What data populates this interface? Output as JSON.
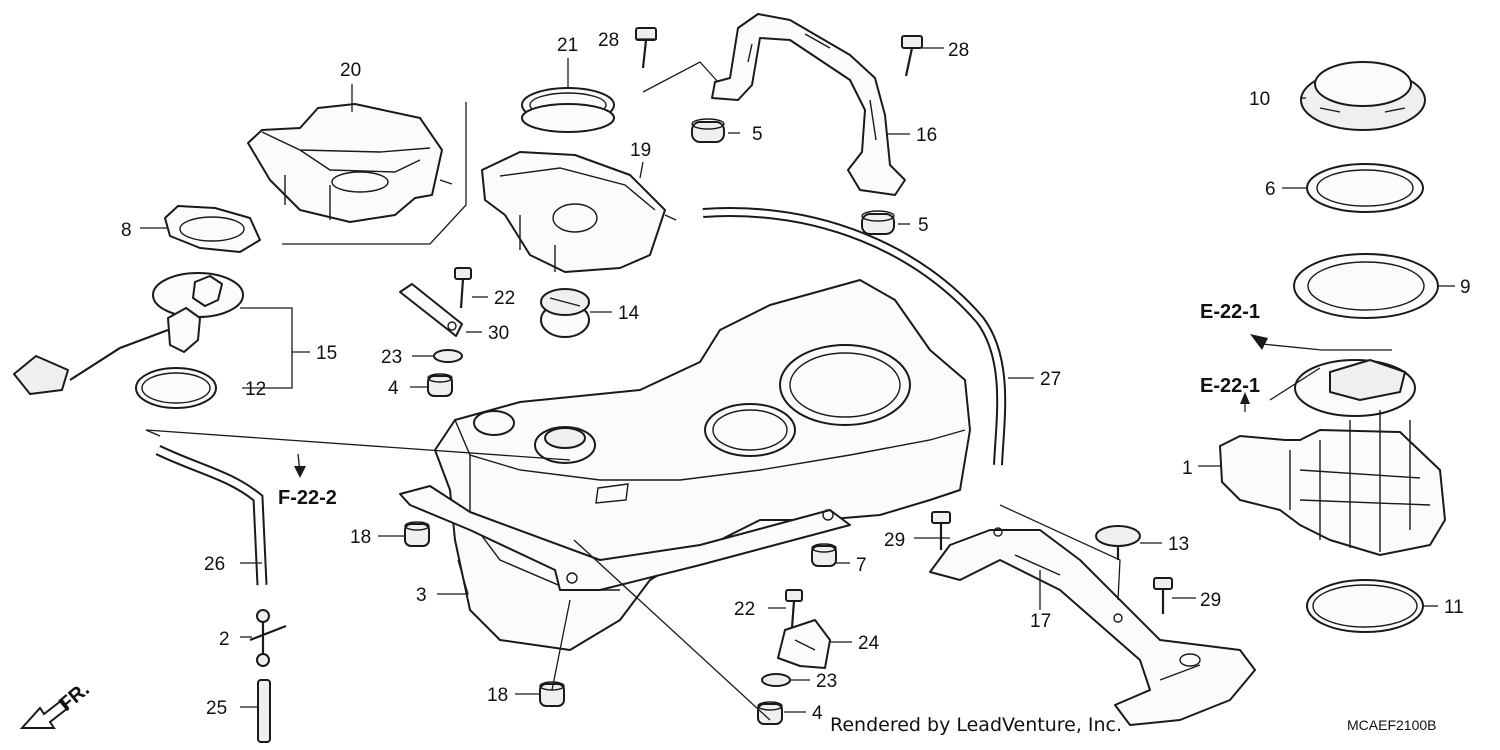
{
  "diagram": {
    "callouts": {
      "c1": "1",
      "c2": "2",
      "c3": "3",
      "c4a": "4",
      "c4b": "4",
      "c5a": "5",
      "c5b": "5",
      "c6": "6",
      "c7": "7",
      "c8": "8",
      "c9": "9",
      "c10": "10",
      "c11": "11",
      "c12": "12",
      "c13": "13",
      "c14": "14",
      "c15": "15",
      "c16": "16",
      "c17": "17",
      "c18a": "18",
      "c18b": "18",
      "c19": "19",
      "c20": "20",
      "c21": "21",
      "c22a": "22",
      "c22b": "22",
      "c23a": "23",
      "c23b": "23",
      "c24": "24",
      "c25": "25",
      "c26": "26",
      "c27": "27",
      "c28a": "28",
      "c28b": "28",
      "c29a": "29",
      "c29b": "29",
      "c30": "30"
    },
    "references": {
      "e_upper": "E-22-1",
      "e_lower": "E-22-1",
      "f": "F-22-2"
    },
    "direction_label": "FR.",
    "footer_credit": "Rendered by LeadVenture, Inc.",
    "diagram_code": "MCAEF2100B"
  }
}
